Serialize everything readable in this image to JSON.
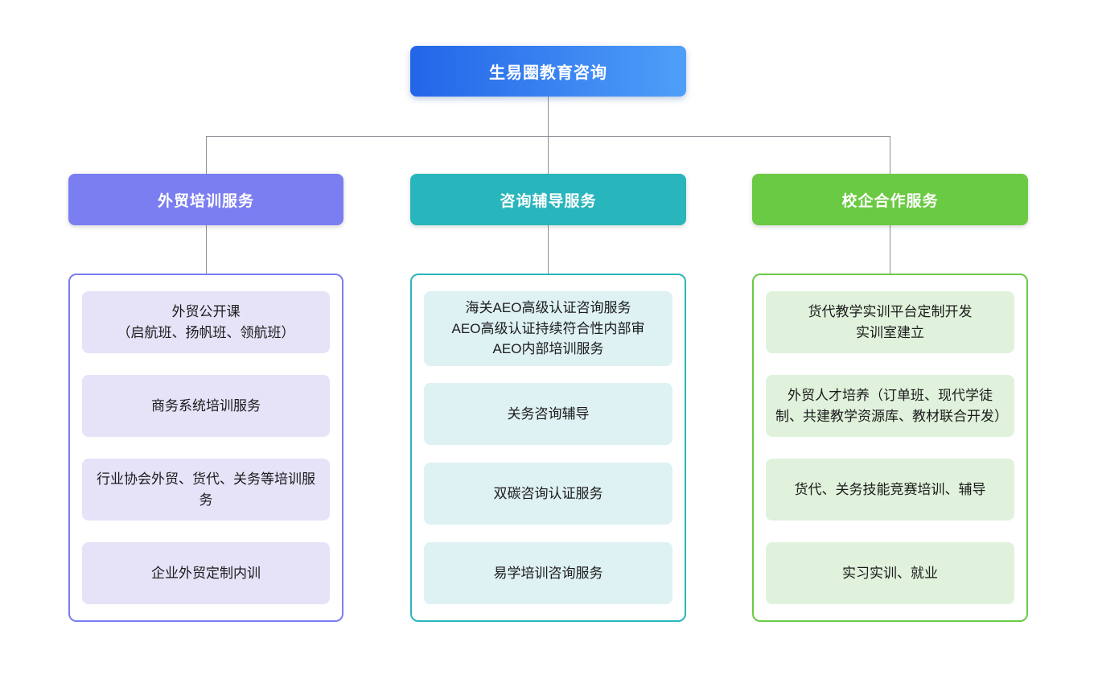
{
  "root": {
    "label": "生易圈教育咨询",
    "gradient_from": "#2365E8",
    "gradient_to": "#4E9FF9"
  },
  "connector_color": "#8C9096",
  "branches": [
    {
      "label": "外贸培训服务",
      "color": "#7B7EF1",
      "item_bg": "#E6E2F8",
      "items": [
        "外贸公开课\n（启航班、扬帆班、领航班）",
        "商务系统培训服务",
        "行业协会外贸、货代、关务等培训服务",
        "企业外贸定制内训"
      ]
    },
    {
      "label": "咨询辅导服务",
      "color": "#29B5BC",
      "item_bg": "#DEF1F3",
      "items": [
        "海关AEO高级认证咨询服务\nAEO高级认证持续符合性内部审\nAEO内部培训服务",
        "关务咨询辅导",
        "双碳咨询认证服务",
        "易学培训咨询服务"
      ]
    },
    {
      "label": "校企合作服务",
      "color": "#6BCA43",
      "item_bg": "#E0F2DC",
      "items": [
        "货代教学实训平台定制开发\n实训室建立",
        "外贸人才培养（订单班、现代学徒制、共建教学资源库、教材联合开发）",
        "货代、关务技能竞赛培训、辅导",
        "实习实训、就业"
      ]
    }
  ]
}
